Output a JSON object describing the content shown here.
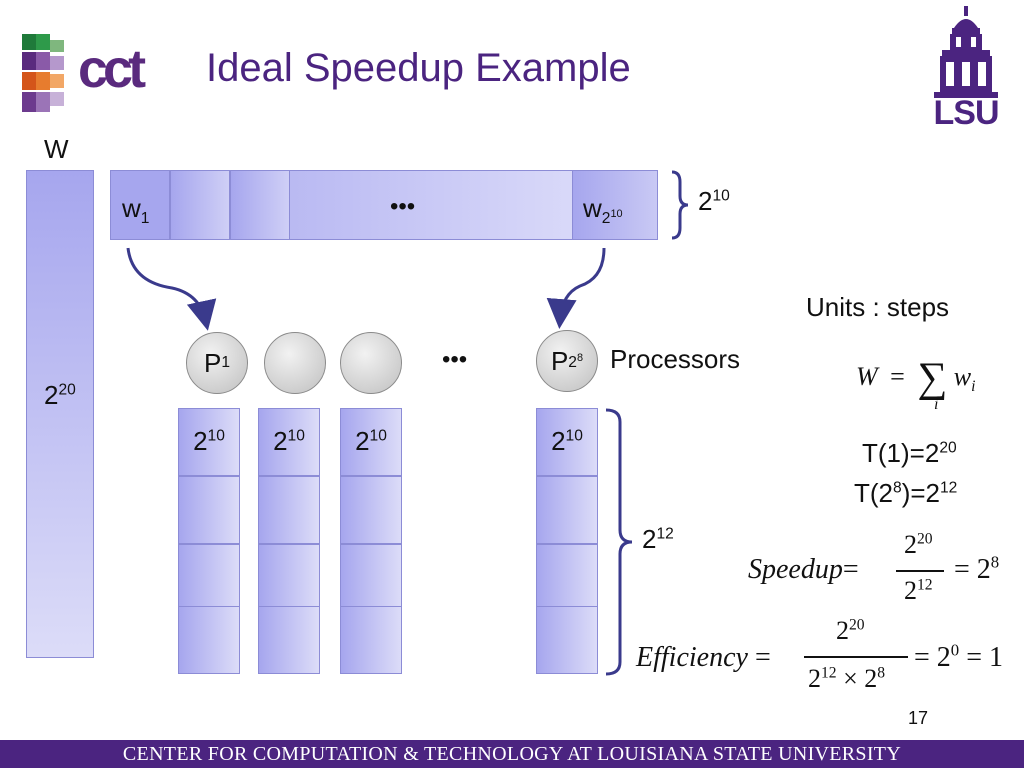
{
  "title": "Ideal Speedup Example",
  "logos": {
    "cct": "cct",
    "lsu": "LSU"
  },
  "work": {
    "label": "W",
    "size_base": "2",
    "size_exp": "20"
  },
  "tasks": {
    "first_base": "w",
    "first_sub": "1",
    "last_base": "w",
    "last_sub": "2",
    "last_sub_exp": "10",
    "ellipsis": "•••",
    "count_base": "2",
    "count_exp": "10"
  },
  "processors": {
    "first_base": "P",
    "first_sub": "1",
    "last_base": "P",
    "last_sub": "2",
    "last_sub_exp": "8",
    "ellipsis": "•••",
    "label": "Processors"
  },
  "columns": {
    "cell_base": "2",
    "cell_exp": "10",
    "height_base": "2",
    "height_exp": "12"
  },
  "units": "Units : steps",
  "formulas": {
    "W": "W",
    "eq": "=",
    "sum": "∑",
    "sum_idx": "i",
    "w": "w",
    "w_sub": "i",
    "t1_prefix": "T(1)=2",
    "t1_exp": "20",
    "tp_prefix": "T(2",
    "tp_inner_exp": "8",
    "tp_mid": ")=2",
    "tp_exp": "12",
    "speedup": "Speedup",
    "sp_num_base": "2",
    "sp_num_exp": "20",
    "sp_den_base": "2",
    "sp_den_exp": "12",
    "sp_result_base": "2",
    "sp_result_exp": "8",
    "efficiency": "Efficiency",
    "ef_num_base": "2",
    "ef_num_exp": "20",
    "ef_den_a_base": "2",
    "ef_den_a_exp": "12",
    "ef_times": "×",
    "ef_den_b_base": "2",
    "ef_den_b_exp": "8",
    "ef_res_base": "2",
    "ef_res_exp": "0",
    "ef_one": "1"
  },
  "page_number": "17",
  "footer": "CENTER FOR COMPUTATION & TECHNOLOGY AT LOUISIANA STATE UNIVERSITY",
  "colors": {
    "accent": "#4b2480",
    "bar": "#a6a6ee",
    "arrow": "#3a3a8c"
  }
}
